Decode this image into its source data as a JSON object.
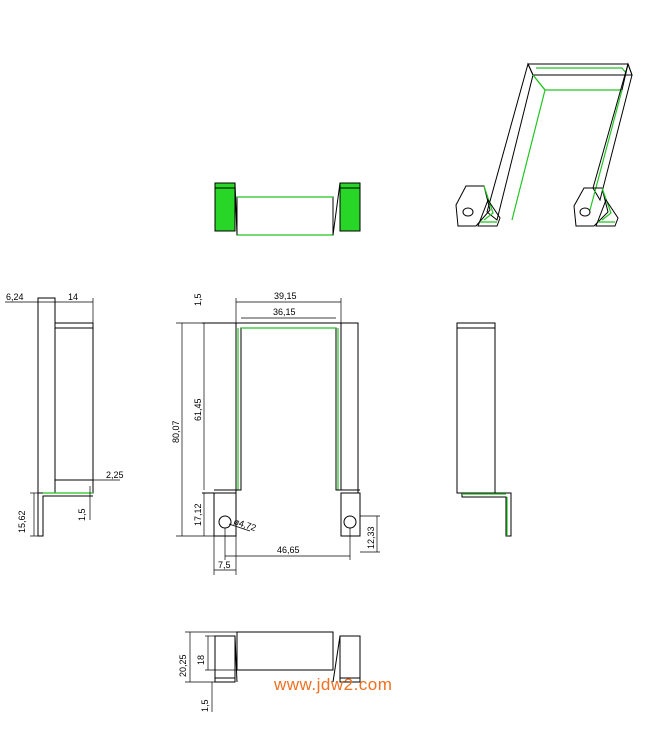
{
  "dimensions": {
    "side_width": "6,24",
    "side_depth": "14",
    "side_thickness": "2,25",
    "side_tab_height": "15,62",
    "side_bend": "1,5",
    "front_top_thickness": "1,5",
    "front_outer_width": "39,15",
    "front_inner_width": "36,15",
    "front_total_height": "80,07",
    "front_inner_height": "61,45",
    "front_tab_height": "17,12",
    "hole_diameter": "ø4,72",
    "hole_spacing": "46,65",
    "hole_edge_offset": "7,5",
    "hole_height": "12,33",
    "bottom_total_height": "20,25",
    "bottom_inner_height": "18",
    "bottom_thickness": "1,5"
  },
  "watermark": "www.jdw2.com",
  "colors": {
    "edge": "#000000",
    "highlight": "#22c522",
    "watermark": "#f07020"
  }
}
